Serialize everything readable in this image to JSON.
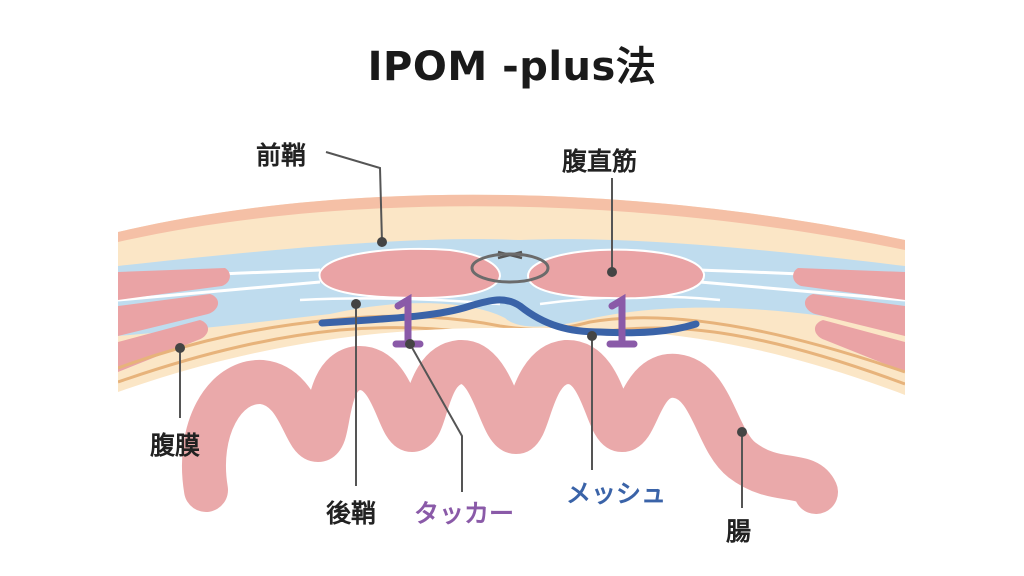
{
  "title": "IPOM -plus法",
  "labels": {
    "anterior_sheath": "前鞘",
    "rectus_muscle": "腹直筋",
    "peritoneum": "腹膜",
    "posterior_sheath": "後鞘",
    "tacker": "タッカー",
    "mesh": "メッシュ",
    "intestine": "腸"
  },
  "colors": {
    "text": "#222222",
    "tacker": "#8a5aa8",
    "mesh": "#3a63a8",
    "muscle": "#eaa3a5",
    "fascia": "#bfdcee",
    "fat": "#fbe6c6",
    "skin_edge": "#f5c0a6",
    "peritoneum_line": "#e7b37b",
    "intestine": "#eaa9aa",
    "suture": "#666666"
  }
}
